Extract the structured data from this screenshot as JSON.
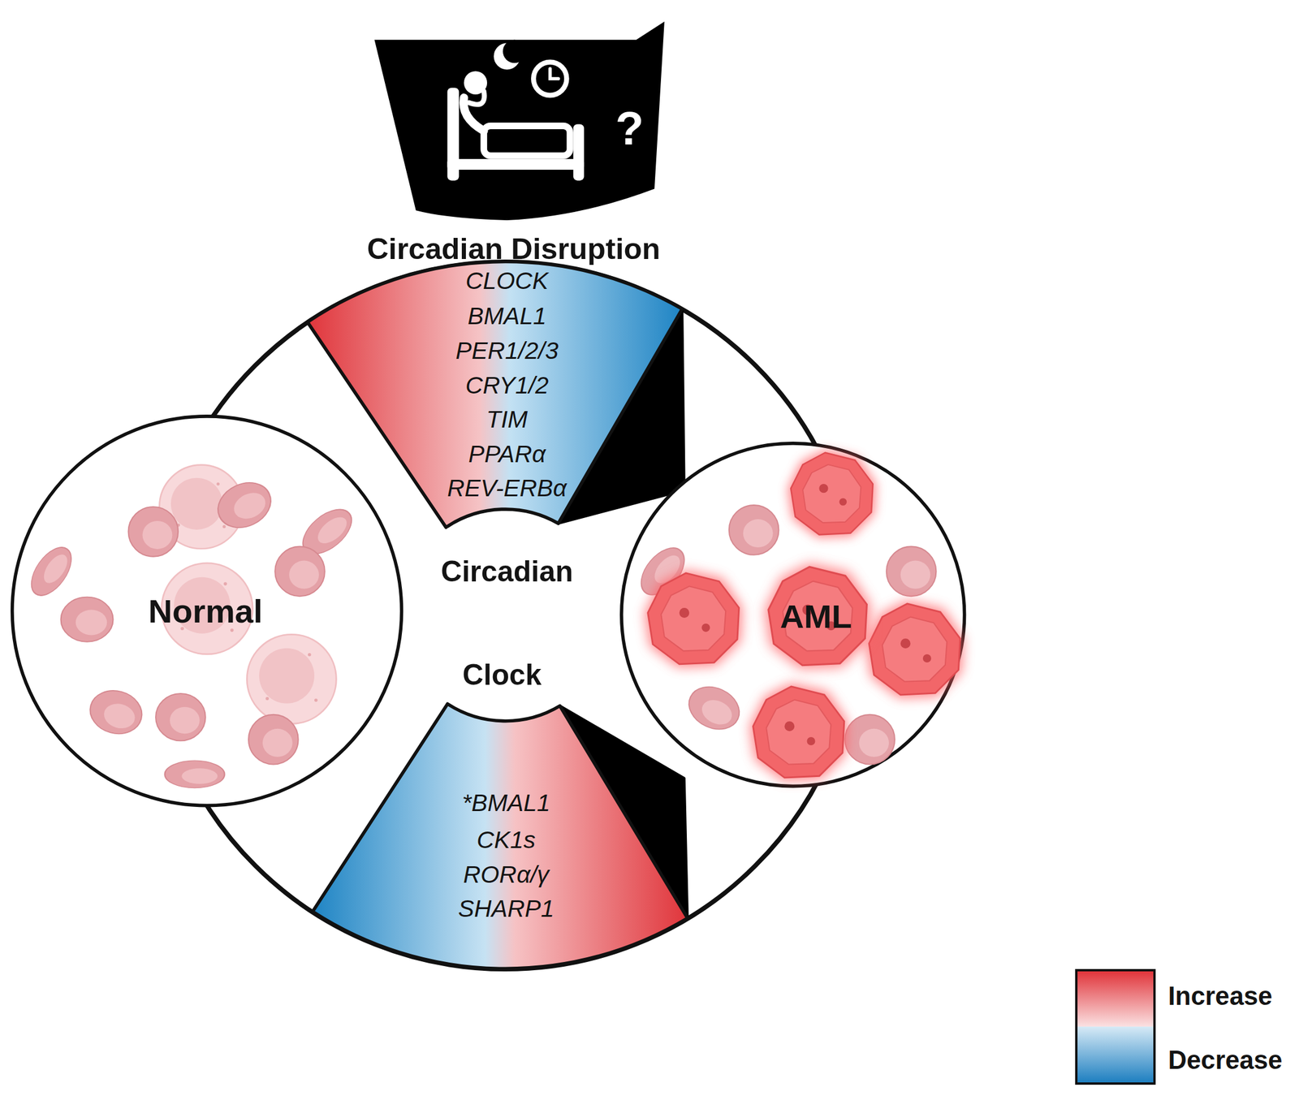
{
  "diagram": {
    "nodes": [
      {
        "text": [
          "Circadian",
          "Clock"
        ]
      },
      {
        "text": [
          "Circadian Disruption",
          "CLOCK",
          "BMAL1",
          "PER1/2/3",
          "CRY1/2",
          "TIM",
          "PPARα",
          "REV-ERBα"
        ],
        "in": 0
      },
      {
        "text": [
          "*BMAL1",
          "CK1s",
          "RORα/γ",
          "SHARP1"
        ],
        "in": 0
      },
      {
        "text": [
          "Normal"
        ]
      },
      {
        "text": [
          "AML"
        ]
      }
    ],
    "labels": [
      "?"
    ],
    "legend": [
      {
        "text": "Increase",
        "color": "#e0353b"
      },
      {
        "text": "Decrease",
        "color": "#1e7fc0"
      }
    ]
  }
}
